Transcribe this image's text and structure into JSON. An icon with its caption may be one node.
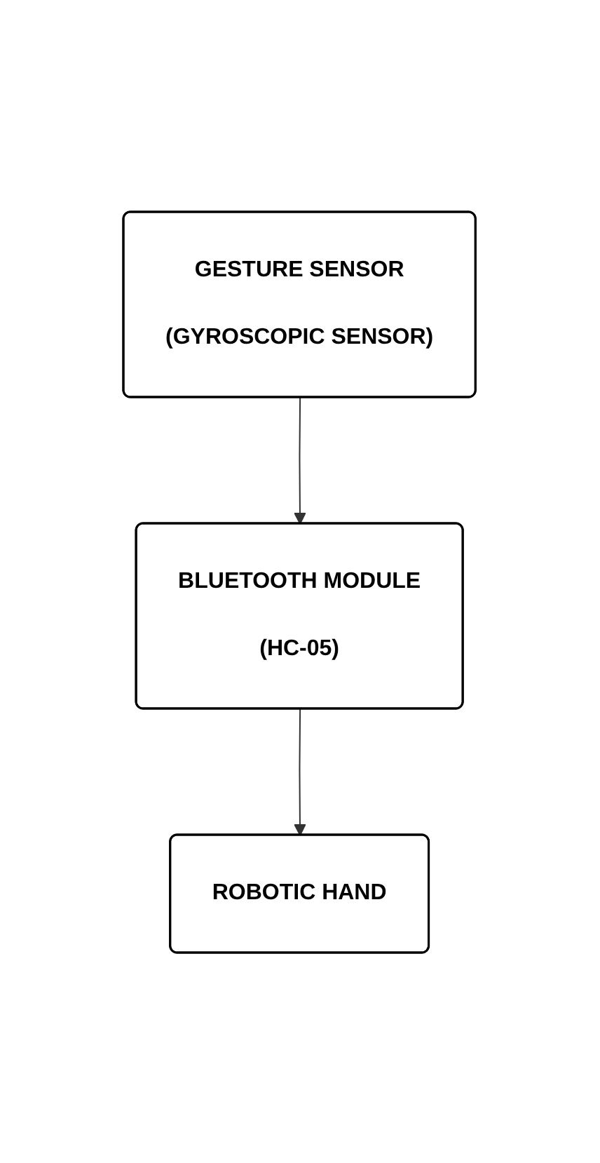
{
  "diagram": {
    "nodes": [
      {
        "text": [
          "GESTURE SENSOR",
          "(GYROSCOPIC SENSOR)"
        ]
      },
      {
        "text": [
          "BLUETOOTH MODULE",
          "(HC-05)"
        ]
      },
      {
        "text": [
          "ROBOTIC HAND"
        ]
      }
    ],
    "edges": [
      {
        "from": 0,
        "to": 1,
        "arrow": "to"
      },
      {
        "from": 1,
        "to": 2,
        "arrow": "to"
      }
    ]
  }
}
